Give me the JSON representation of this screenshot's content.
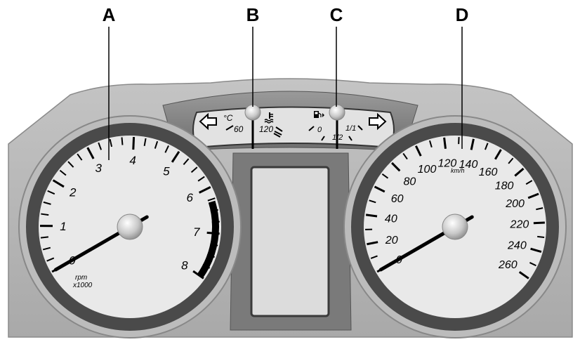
{
  "callouts": {
    "a": "A",
    "b": "B",
    "c": "C",
    "d": "D"
  },
  "tachometer": {
    "labels": [
      "0",
      "1",
      "2",
      "3",
      "4",
      "5",
      "6",
      "7",
      "8"
    ],
    "unit_line1": "rpm",
    "unit_line2": "x1000",
    "min": 0,
    "max": 8,
    "value": 0,
    "redzone_start": 6.3
  },
  "temperature": {
    "unit": "°C",
    "labels": [
      "60",
      "120"
    ],
    "icon": "coolant-temperature-icon"
  },
  "fuel": {
    "labels": [
      "0",
      "1/2",
      "1/1"
    ],
    "icon": "fuel-pump-icon"
  },
  "indicators": {
    "left": "left-turn-arrow-icon",
    "right": "right-turn-arrow-icon"
  },
  "speedometer": {
    "labels": [
      "0",
      "20",
      "40",
      "60",
      "80",
      "100",
      "120",
      "140",
      "160",
      "180",
      "200",
      "220",
      "240",
      "260"
    ],
    "unit": "km/h",
    "min": 0,
    "max": 260,
    "value": 0
  },
  "colors": {
    "outer_shell": "#b5b5b5",
    "bezel_dark": "#4a4a4a",
    "dial_face": "#e9e9e9",
    "display": "#dcdcdc",
    "needle": "#000000"
  }
}
